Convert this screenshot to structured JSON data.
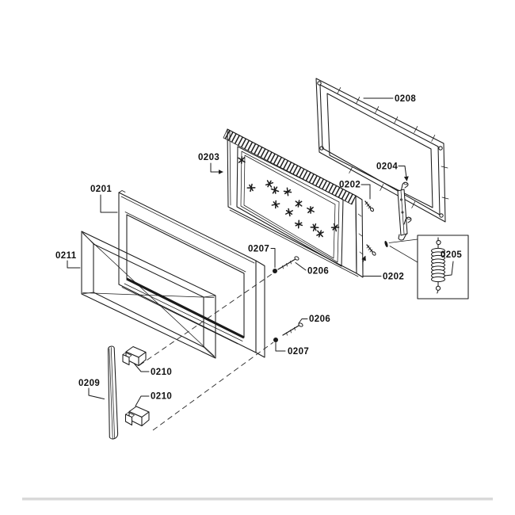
{
  "colors": {
    "background": "#ffffff",
    "line": "#1a1a1a",
    "bottom_rule": "#d9d9d9"
  },
  "labels": {
    "l0201": "0201",
    "l0202_upper": "0202",
    "l0202_lower": "0202",
    "l0203": "0203",
    "l0204": "0204",
    "l0205": "0205",
    "l0206_upper": "0206",
    "l0206_lower": "0206",
    "l0207_upper": "0207",
    "l0207_lower": "0207",
    "l0208": "0208",
    "l0209": "0209",
    "l0210_upper": "0210",
    "l0210_lower": "0210",
    "l0211": "0211"
  }
}
